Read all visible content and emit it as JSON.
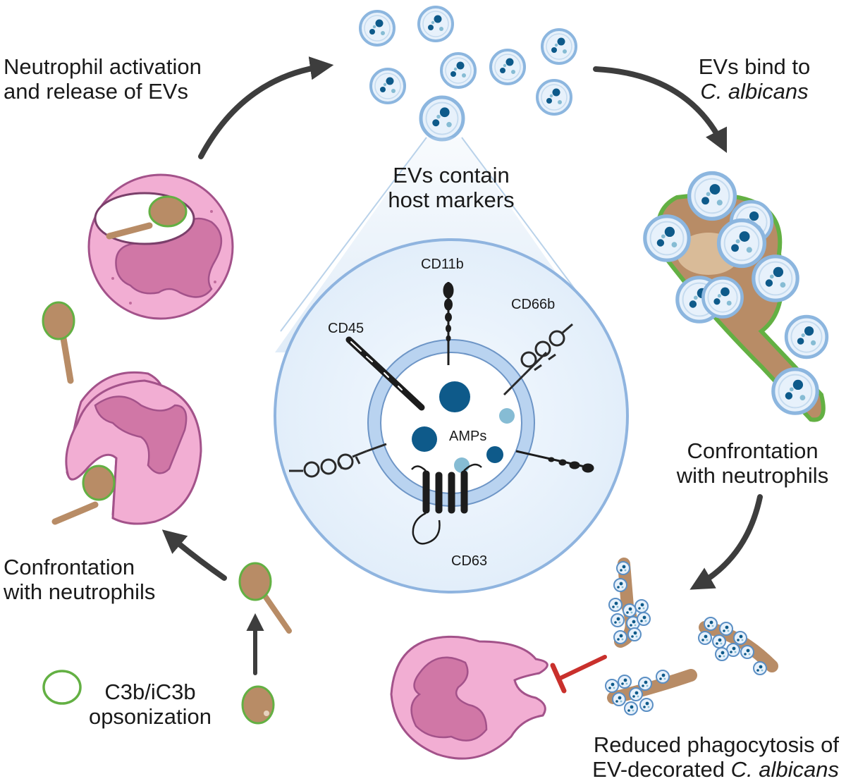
{
  "labels": {
    "activation_line1": "Neutrophil activation",
    "activation_line2": "and release of EVs",
    "bind_line1": "EVs bind to",
    "bind_line2": "C. albicans",
    "contain_line1": "EVs contain",
    "contain_line2": "host markers",
    "confront_right_line1": "Confrontation",
    "confront_right_line2": "with neutrophils",
    "confront_left_line1": "Confrontation",
    "confront_left_line2": "with neutrophils",
    "opson_line1": "C3b/iC3b",
    "opson_line2": "opsonization",
    "reduced_line1": "Reduced phagocytosis of",
    "reduced_line2_prefix": "EV-decorated ",
    "reduced_line2_italic": "C. albicans",
    "cd11b": "CD11b",
    "cd66b": "CD66b",
    "cd45": "CD45",
    "amps": "AMPs",
    "cd63": "CD63"
  },
  "colors": {
    "neutrophil": "#f2aed3",
    "nucleus": "#d077a6",
    "outline": "#a3528a",
    "fungus": "#b88c66",
    "opsonin": "#63b043",
    "ev_fill": "#e7f1fb",
    "ev_ring": "#8cb6df",
    "cargo_dark": "#0e5a8a",
    "cargo_light": "#86bcd4",
    "arrow": "#3d3d3d",
    "inhibit": "#c9302c"
  },
  "icons": {
    "cycle_arrows": "curved-arrow-icon",
    "inhibition": "t-bar-inhibition-icon"
  }
}
